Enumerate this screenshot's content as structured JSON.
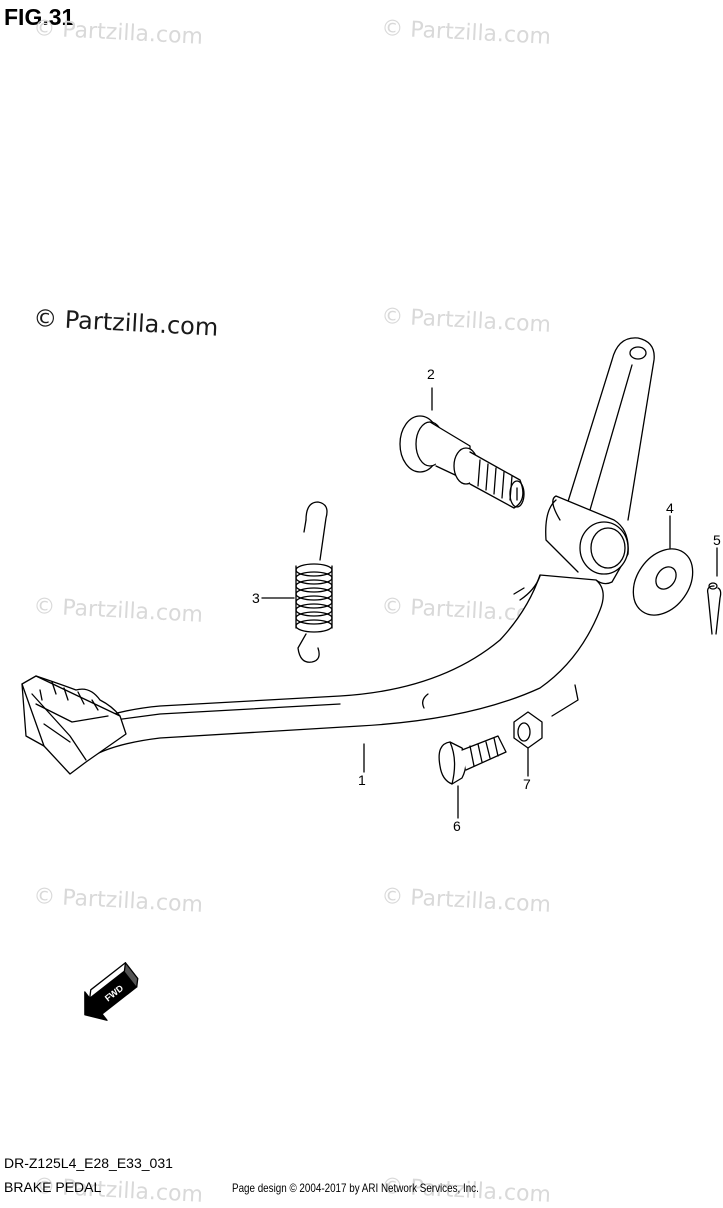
{
  "figure": {
    "title": "FIG.31",
    "model_code": "DR-Z125L4_E28_E33_031",
    "name": "BRAKE PEDAL",
    "credit": "Page design © 2004-2017 by ARI Network Services, Inc."
  },
  "watermark": {
    "text": "© Partzilla.com"
  },
  "callouts": [
    "1",
    "2",
    "3",
    "4",
    "5",
    "6",
    "7"
  ],
  "direction_arrow": {
    "label": "FWD"
  }
}
